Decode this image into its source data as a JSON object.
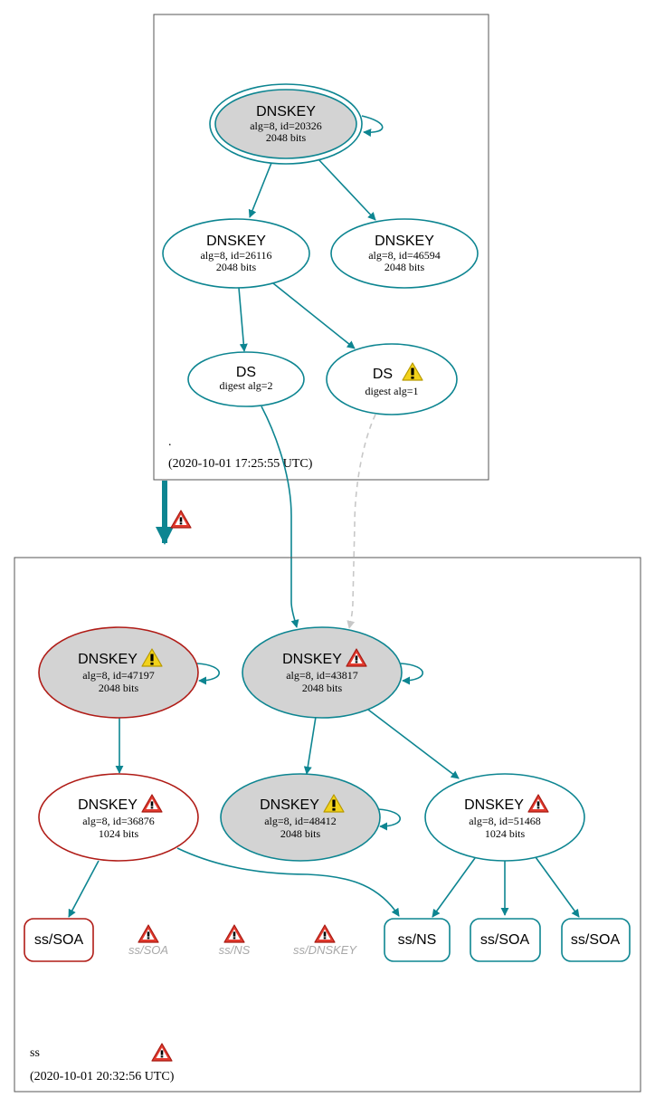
{
  "colors": {
    "teal": "#0d8591",
    "red": "#b01c17",
    "grey_fill": "#d3d3d3",
    "dashed": "#c8c8c8",
    "ghost_text": "#a8a8a8"
  },
  "root_zone": {
    "name": ".",
    "timestamp": "(2020-10-01 17:25:55 UTC)",
    "nodes": {
      "ksk": {
        "title": "DNSKEY",
        "line1": "alg=8, id=20326",
        "line2": "2048 bits"
      },
      "zsk1": {
        "title": "DNSKEY",
        "line1": "alg=8, id=26116",
        "line2": "2048 bits"
      },
      "zsk2": {
        "title": "DNSKEY",
        "line1": "alg=8, id=46594",
        "line2": "2048 bits"
      },
      "ds2": {
        "title": "DS",
        "line1": "digest alg=2"
      },
      "ds1": {
        "title": "DS",
        "line1": "digest alg=1",
        "icon": "warning-icon"
      }
    }
  },
  "ss_zone": {
    "name": "ss",
    "timestamp": "(2020-10-01 20:32:56 UTC)",
    "zone_icon": "error-icon",
    "delegation_icon": "error-icon",
    "nodes": {
      "k47197": {
        "title": "DNSKEY",
        "line1": "alg=8, id=47197",
        "line2": "2048 bits",
        "icon": "warning-icon"
      },
      "k43817": {
        "title": "DNSKEY",
        "line1": "alg=8, id=43817",
        "line2": "2048 bits",
        "icon": "error-icon"
      },
      "k36876": {
        "title": "DNSKEY",
        "line1": "alg=8, id=36876",
        "line2": "1024 bits",
        "icon": "error-icon"
      },
      "k48412": {
        "title": "DNSKEY",
        "line1": "alg=8, id=48412",
        "line2": "2048 bits",
        "icon": "warning-icon"
      },
      "k51468": {
        "title": "DNSKEY",
        "line1": "alg=8, id=51468",
        "line2": "1024 bits",
        "icon": "error-icon"
      }
    },
    "records": {
      "soa_red": "ss/SOA",
      "ns": "ss/NS",
      "soa1": "ss/SOA",
      "soa2": "ss/SOA"
    },
    "missing": {
      "soa": "ss/SOA",
      "ns": "ss/NS",
      "dnskey": "ss/DNSKEY"
    }
  }
}
